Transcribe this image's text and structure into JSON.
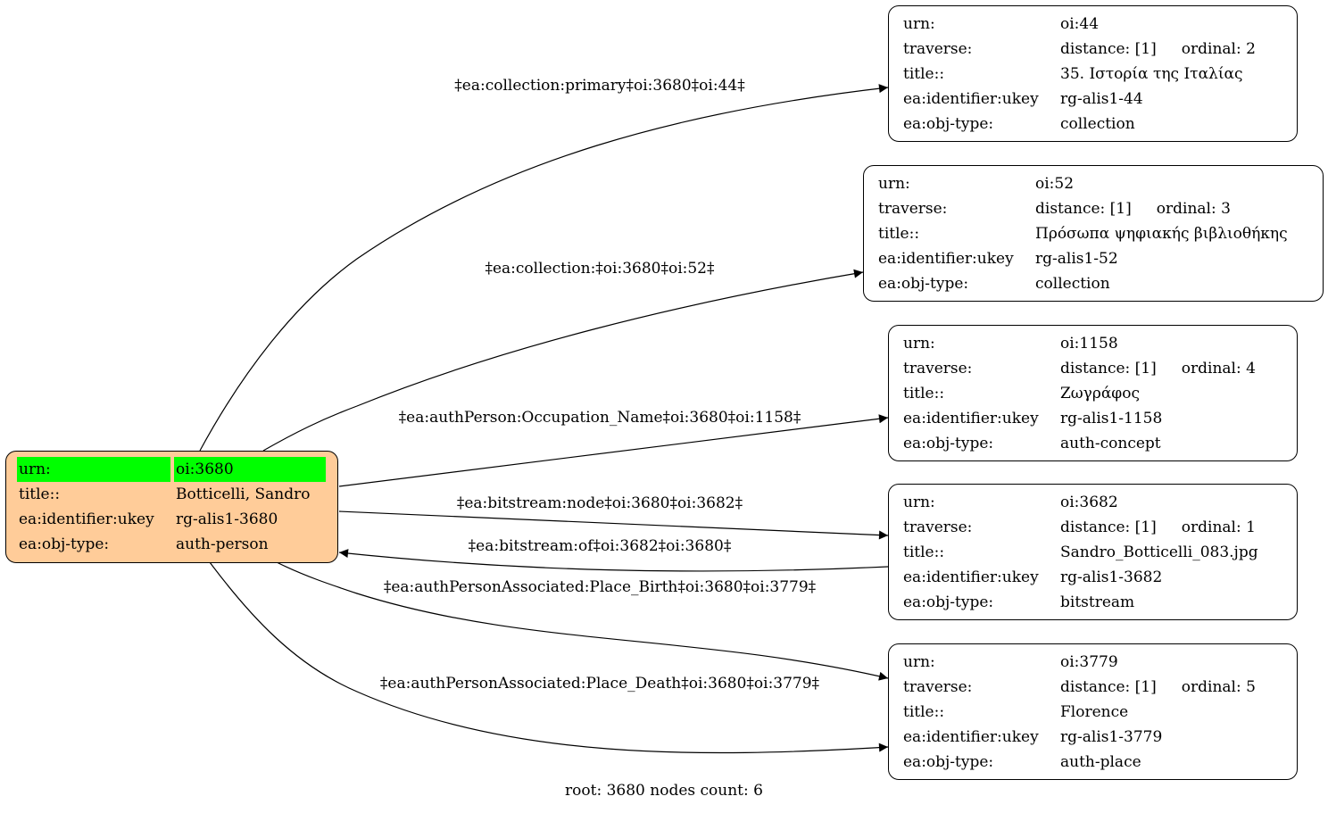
{
  "root_node": {
    "urn_key": "urn:",
    "urn_value": "oi:3680",
    "title_key": "title::",
    "title_value": "Botticelli, Sandro",
    "ukey_key": "ea:identifier:ukey",
    "ukey_value": "rg-alis1-3680",
    "type_key": "ea:obj-type:",
    "type_value": "auth-person",
    "fill_color": "#ffcc99",
    "highlight_color": "#00ff00"
  },
  "nodes": [
    {
      "urn": "oi:44",
      "distance": "distance: [1]",
      "ordinal": "ordinal: 2",
      "title": "35. Ιστορία της Ιταλίας",
      "ukey": "rg-alis1-44",
      "type": "collection"
    },
    {
      "urn": "oi:52",
      "distance": "distance: [1]",
      "ordinal": "ordinal: 3",
      "title": "Πρόσωπα ψηφιακής βιβλιοθήκης",
      "ukey": "rg-alis1-52",
      "type": "collection"
    },
    {
      "urn": "oi:1158",
      "distance": "distance: [1]",
      "ordinal": "ordinal: 4",
      "title": "Ζωγράφος",
      "ukey": "rg-alis1-1158",
      "type": "auth-concept"
    },
    {
      "urn": "oi:3682",
      "distance": "distance: [1]",
      "ordinal": "ordinal: 1",
      "title": "Sandro_Botticelli_083.jpg",
      "ukey": "rg-alis1-3682",
      "type": "bitstream"
    },
    {
      "urn": "oi:3779",
      "distance": "distance: [1]",
      "ordinal": "ordinal: 5",
      "title": "Florence",
      "ukey": "rg-alis1-3779",
      "type": "auth-place"
    }
  ],
  "field_keys": {
    "urn": "urn:",
    "traverse": "traverse:",
    "title": "title::",
    "ukey": "ea:identifier:ukey",
    "type": "ea:obj-type:"
  },
  "edges": [
    {
      "label": "‡ea:collection:primary‡oi:3680‡oi:44‡"
    },
    {
      "label": "‡ea:collection:‡oi:3680‡oi:52‡"
    },
    {
      "label": "‡ea:authPerson:Occupation_Name‡oi:3680‡oi:1158‡"
    },
    {
      "label": "‡ea:bitstream:node‡oi:3680‡oi:3682‡"
    },
    {
      "label": "‡ea:bitstream:of‡oi:3682‡oi:3680‡"
    },
    {
      "label": "‡ea:authPersonAssociated:Place_Birth‡oi:3680‡oi:3779‡"
    },
    {
      "label": "‡ea:authPersonAssociated:Place_Death‡oi:3680‡oi:3779‡"
    }
  ],
  "footer": "root: 3680 nodes count: 6"
}
